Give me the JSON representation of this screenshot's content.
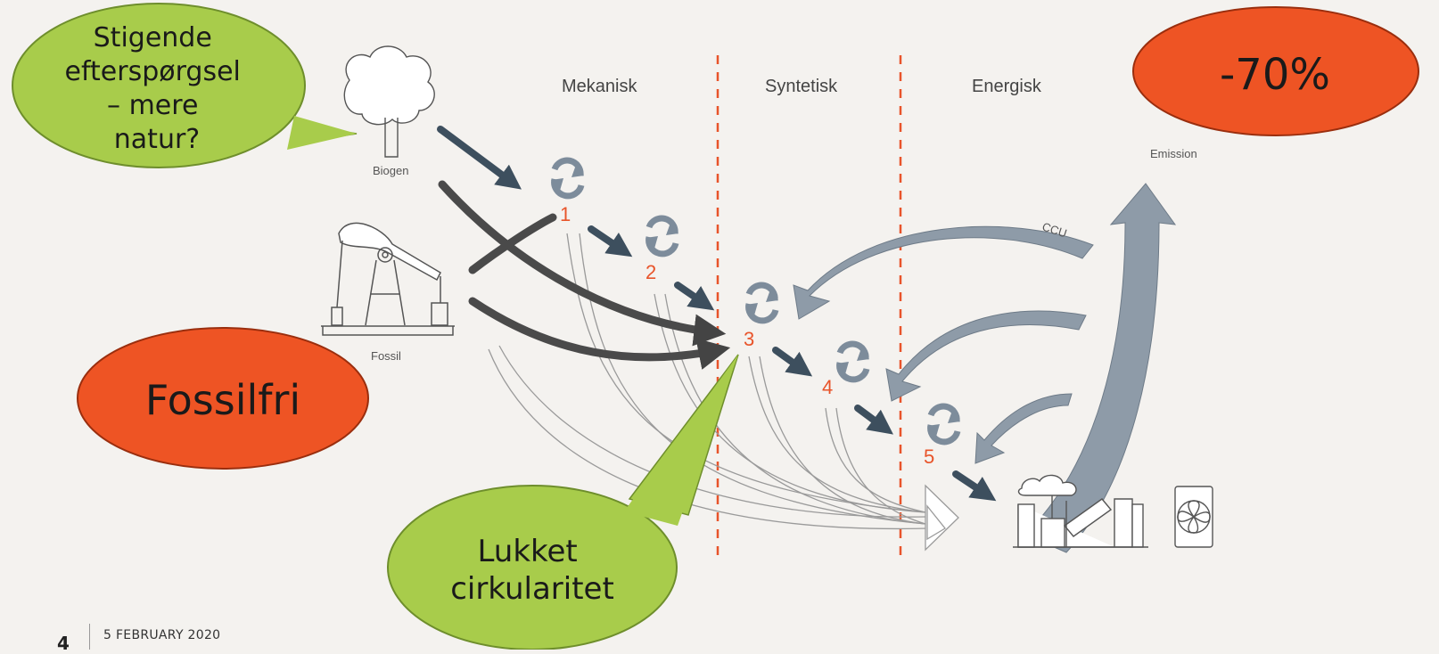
{
  "stages": {
    "mechanical": "Mekanisk",
    "synthetic": "Syntetisk",
    "energetic": "Energisk"
  },
  "sources": {
    "biogenic": "Biogen",
    "fossil": "Fossil"
  },
  "labels": {
    "emission": "Emission",
    "ccu": "CCU"
  },
  "steps": [
    "1",
    "2",
    "3",
    "4",
    "5"
  ],
  "callouts": {
    "demand": [
      "Stigende",
      "efterspørgsel",
      "– mere",
      "natur?"
    ],
    "fossil_free": "Fossilfri",
    "reduction": "-70%",
    "circularity": [
      "Lukket",
      "cirkularitet"
    ]
  },
  "footer": {
    "page": "4",
    "date": "5 FEBRUARY 2020"
  },
  "colors": {
    "background": "#f4f2ef",
    "accent_orange": "#e8542a",
    "bubble_green": "#a8cc4b",
    "bubble_red": "#ee5424",
    "arrow_dark": "#444444",
    "arrow_blue": "#3d4f5e",
    "flow_grey": "#8e9ba8"
  }
}
